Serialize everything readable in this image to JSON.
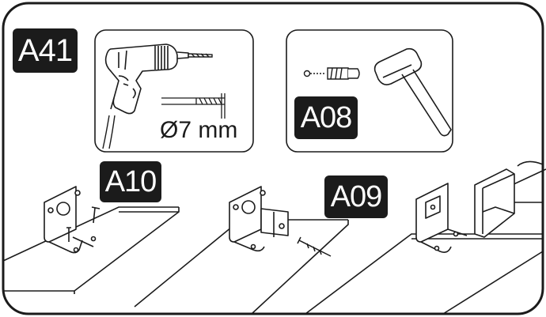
{
  "step_label": "A41",
  "drill_panel": {
    "diameter_label": "Ø7 mm"
  },
  "hammer_panel": {
    "part_label": "A08"
  },
  "parts": [
    {
      "label": "A10"
    },
    {
      "label": "A09"
    }
  ],
  "colors": {
    "ink": "#1b1b1b",
    "label_bg": "#1b1b1b",
    "label_text": "#ffffff",
    "background": "#ffffff"
  },
  "icons": [
    "drill-icon",
    "drill-bit-icon",
    "wall-plug-icon",
    "hammer-icon",
    "screw-icon",
    "bracket-icon"
  ]
}
